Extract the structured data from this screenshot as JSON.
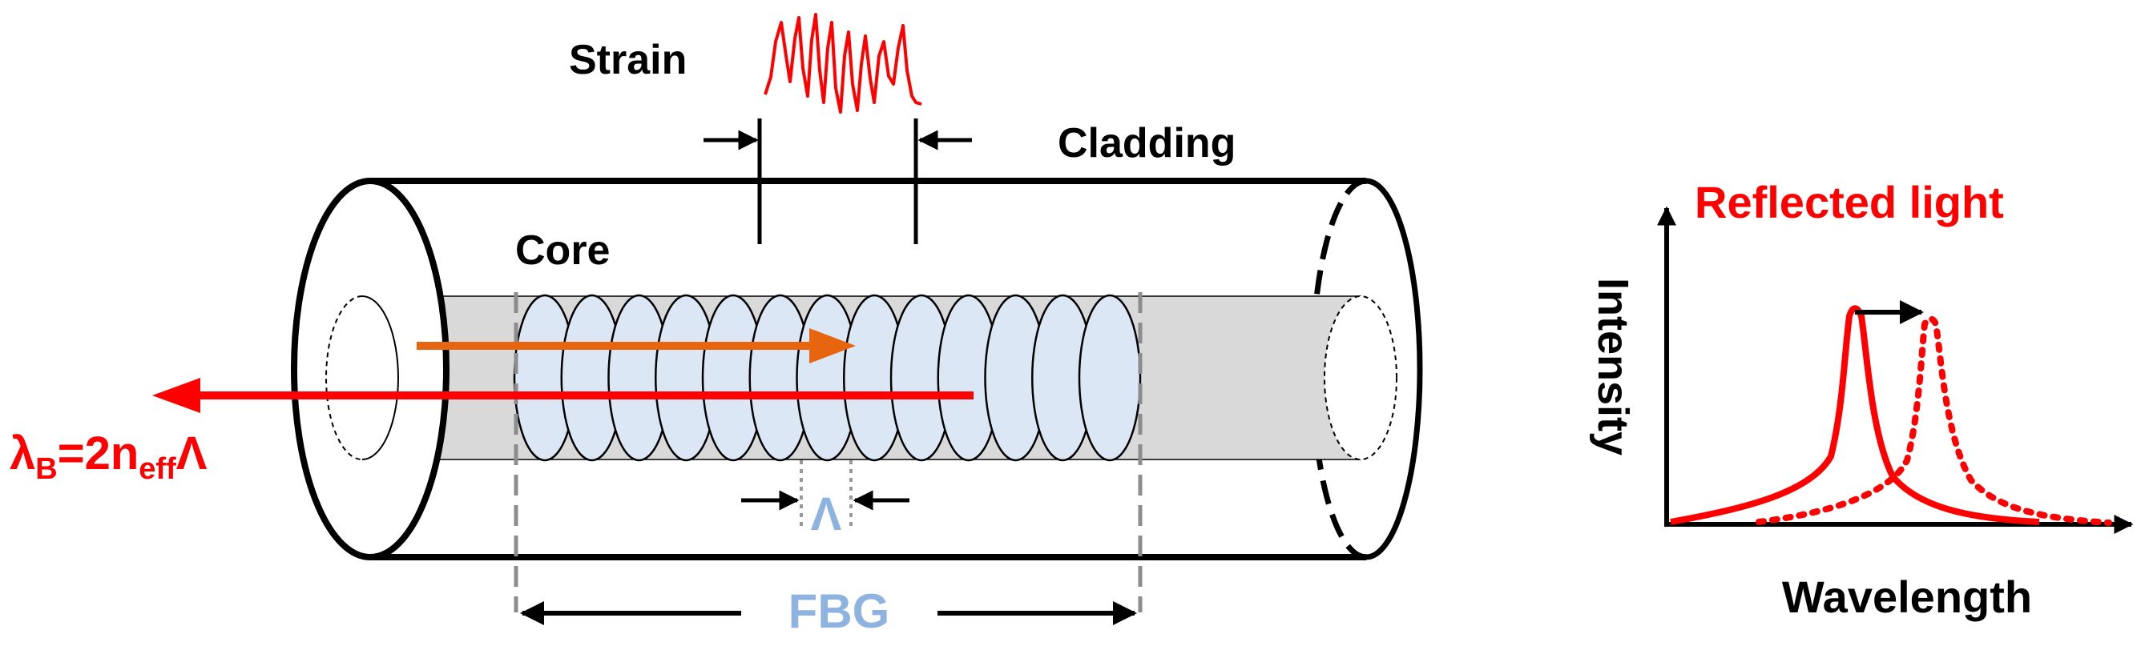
{
  "labels": {
    "strain": "Strain",
    "cladding": "Cladding",
    "core": "Core",
    "period": "Λ",
    "fbg": "FBG",
    "bragg": {
      "lambda": "λ",
      "lambda_sub": "B",
      "eq": "=2n",
      "n_sub": "eff",
      "period": "Λ"
    }
  },
  "spectrum": {
    "title": "Reflected light",
    "xlabel": "Wavelength",
    "ylabel": "Intensity"
  },
  "colors": {
    "red": "#ff0000",
    "orange": "#e8650f",
    "grating": "#dbe7f5",
    "core": "#d9d9d9",
    "fbg_blue": "#8fb3e0",
    "dash_gray": "#8c8c8c",
    "black": "#000000"
  },
  "grating_count": 13
}
